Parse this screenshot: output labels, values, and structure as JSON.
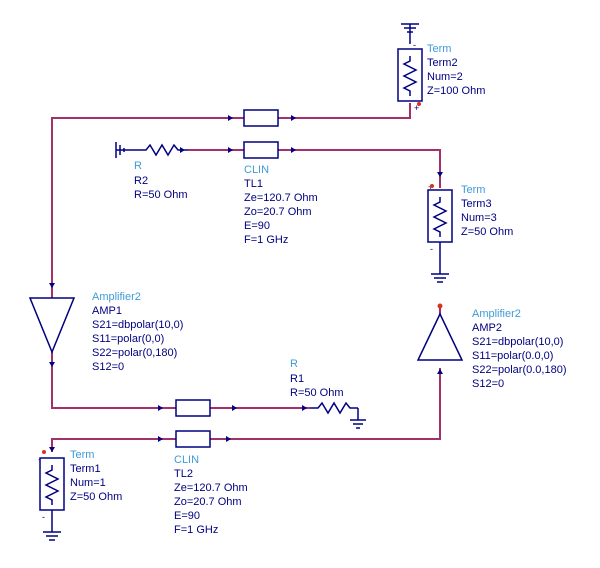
{
  "components": {
    "term2": {
      "type": "Term",
      "name": "Term2",
      "num": "Num=2",
      "z": "Z=100 Ohm"
    },
    "term3": {
      "type": "Term",
      "name": "Term3",
      "num": "Num=3",
      "z": "Z=50 Ohm"
    },
    "term1": {
      "type": "Term",
      "name": "Term1",
      "num": "Num=1",
      "z": "Z=50 Ohm"
    },
    "r2": {
      "type": "R",
      "name": "R2",
      "value": "R=50 Ohm"
    },
    "r1": {
      "type": "R",
      "name": "R1",
      "value": "R=50 Ohm"
    },
    "tl1": {
      "type": "CLIN",
      "name": "TL1",
      "ze": "Ze=120.7 Ohm",
      "zo": "Zo=20.7 Ohm",
      "e": "E=90",
      "f": "F=1 GHz"
    },
    "tl2": {
      "type": "CLIN",
      "name": "TL2",
      "ze": "Ze=120.7 Ohm",
      "zo": "Zo=20.7 Ohm",
      "e": "E=90",
      "f": "F=1 GHz"
    },
    "amp1": {
      "type": "Amplifier2",
      "name": "AMP1",
      "s21": "S21=dbpolar(10,0)",
      "s11": "S11=polar(0,0)",
      "s22": "S22=polar(0,180)",
      "s12": "S12=0"
    },
    "amp2": {
      "type": "Amplifier2",
      "name": "AMP2",
      "s21": "S21=dbpolar(10,0)",
      "s11": "S11=polar(0.0,0)",
      "s22": "S22=polar(0.0,180)",
      "s12": "S12=0"
    }
  },
  "pin_marks": {
    "plus": "+",
    "minus": "-"
  },
  "colors": {
    "wire": "#a3306a",
    "component": "#000080",
    "type_label": "#3f9bd6",
    "port_dot": "#d9331f"
  }
}
